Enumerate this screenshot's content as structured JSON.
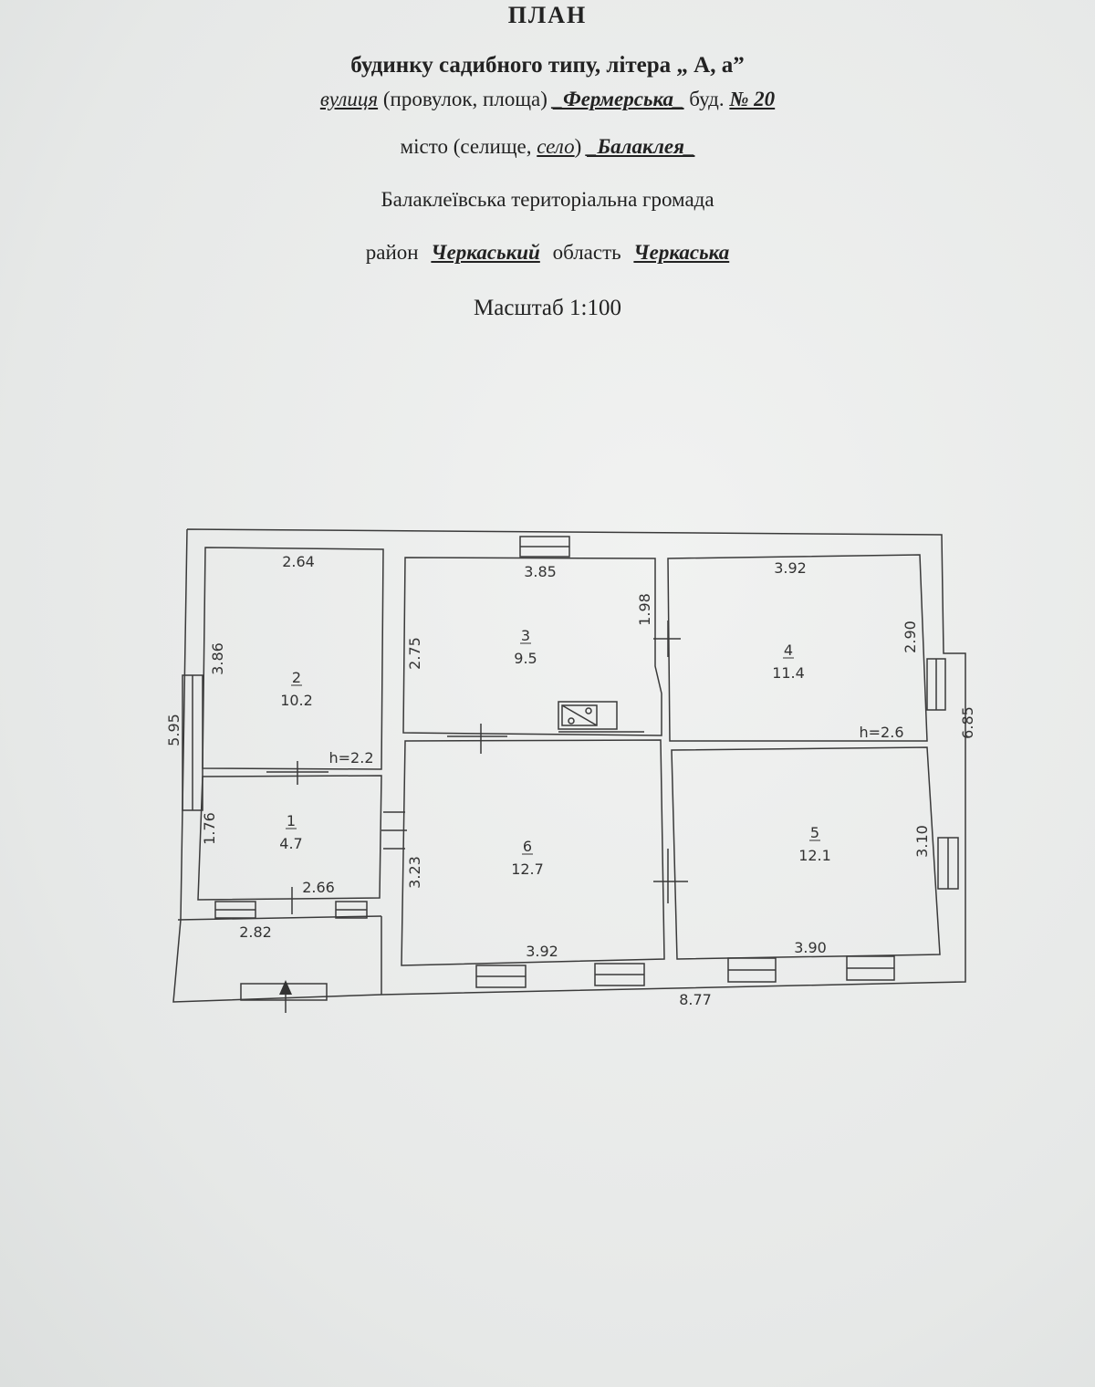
{
  "header": {
    "title": "ПЛАН",
    "line1": "будинку садибного типу, літера „ А, а”",
    "street_prefix": "вулиця",
    "street_middle": "(провулок, площа)",
    "street_name": "_Фермерська_",
    "building_label": "буд.",
    "building_number": "№ 20",
    "city_prefix": "місто (селище,",
    "city_village": "село",
    "city_suffix": ")",
    "city_name": "_Балаклея_",
    "community": "Балаклеївська територіальна громада",
    "district_label": "район",
    "district_name": "Черкаський",
    "region_label": "область",
    "region_name": "Черкаська",
    "scale": "Масштаб 1:100"
  },
  "rooms": [
    {
      "number": "1",
      "area": "4.7"
    },
    {
      "number": "2",
      "area": "10.2"
    },
    {
      "number": "3",
      "area": "9.5"
    },
    {
      "number": "4",
      "area": "11.4"
    },
    {
      "number": "5",
      "area": "12.1"
    },
    {
      "number": "6",
      "area": "12.7"
    }
  ],
  "dimensions": {
    "room2_width": "2.64",
    "room2_height": "3.86",
    "room2_ceiling": "h=2.2",
    "room1_height": "1.76",
    "room1_width": "2.66",
    "porch_width": "2.82",
    "left_overall": "5.95",
    "room3_width": "3.85",
    "room3_height": "2.75",
    "room3_right": "1.98",
    "room4_width": "3.92",
    "room4_height": "2.90",
    "room4_ceiling": "h=2.6",
    "right_overall": "6.85",
    "room6_height": "3.23",
    "room6_width": "3.92",
    "room5_height": "3.10",
    "room5_width": "3.90",
    "bottom_overall": "8.77"
  }
}
